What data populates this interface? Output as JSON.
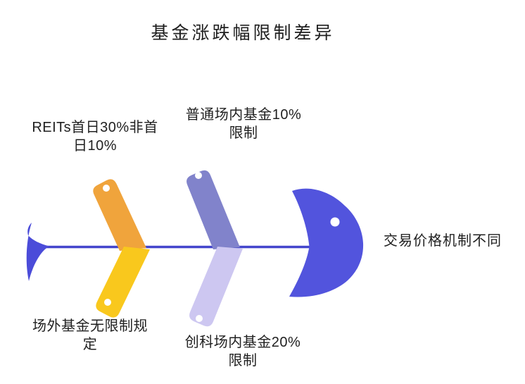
{
  "title": "基金涨跌幅限制差异",
  "diagram": {
    "type": "fishbone",
    "head": {
      "label": "交易价格机制不同",
      "color": "#5254DD"
    },
    "tail": {
      "color": "#4B4CD9"
    },
    "spine_color": "#4345CC",
    "top_bones": [
      {
        "label": "REITs首日30%非首日10%",
        "color": "#F0A43C"
      },
      {
        "label": "普通场内基金10%限制",
        "color": "#8183CB"
      }
    ],
    "bottom_bones": [
      {
        "label": "场外基金无限制规定",
        "color": "#F9C81D"
      },
      {
        "label": "创科场内基金20%限制",
        "color": "#CDC7F1"
      }
    ],
    "text_color": "#1f1f1f",
    "background_color": "#ffffff"
  }
}
